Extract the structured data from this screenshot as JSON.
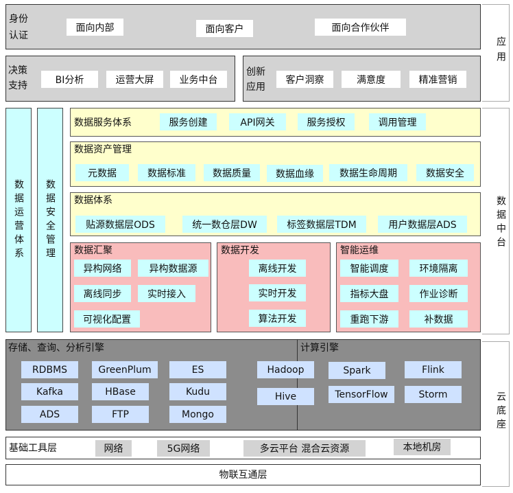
{
  "side_labels": {
    "app": "应用",
    "datazhongtai": "数据中台",
    "cloudbase": "云底座"
  },
  "row1": {
    "title": "身份认证",
    "chips": [
      "面向内部",
      "面向客户",
      "面向合作伙伴"
    ]
  },
  "row2": {
    "left_title": "决策支持",
    "left_chips": [
      "BI分析",
      "运营大屏",
      "业务中台"
    ],
    "right_title": "创新应用",
    "right_chips": [
      "客户洞察",
      "满意度",
      "精准营销"
    ]
  },
  "left_columns": {
    "ops": "数据运营体系",
    "security": "数据安全管理"
  },
  "data_service": {
    "title": "数据服务体系",
    "chips": [
      "服务创建",
      "API网关",
      "服务授权",
      "调用管理"
    ]
  },
  "data_asset": {
    "title": "数据资产管理",
    "chips": [
      "元数据",
      "数据标准",
      "数据质量",
      "数据血缘",
      "数据生命周期",
      "数据安全"
    ]
  },
  "data_system": {
    "title": "数据体系",
    "chips": [
      "贴源数据层ODS",
      "统一数仓层DW",
      "标签数据层TDM",
      "用户数据层ADS"
    ]
  },
  "data_collect": {
    "title": "数据汇聚",
    "chips": [
      "异构网络",
      "异构数据源",
      "离线同步",
      "实时接入",
      "可视化配置"
    ]
  },
  "data_dev": {
    "title": "数据开发",
    "chips": [
      "离线开发",
      "实时开发",
      "算法开发"
    ]
  },
  "smart_ops": {
    "title": "智能运维",
    "chips": [
      "智能调度",
      "环境隔离",
      "指标大盘",
      "作业诊断",
      "重跑下游",
      "补数据"
    ]
  },
  "storage": {
    "title": "存储、查询、分析引擎",
    "chips": [
      "RDBMS",
      "GreenPlum",
      "ES",
      "Kafka",
      "HBase",
      "Kudu",
      "ADS",
      "FTP",
      "Mongo"
    ]
  },
  "compute": {
    "title": "计算引擎",
    "chips": [
      "Hadoop",
      "Spark",
      "Flink",
      "Hive",
      "TensorFlow",
      "Storm"
    ]
  },
  "tools": {
    "title": "基础工具层",
    "chips": [
      "网络",
      "5G网络",
      "多云平台 混合云资源",
      "本地机房"
    ]
  },
  "iot": {
    "title": "物联互通层"
  }
}
